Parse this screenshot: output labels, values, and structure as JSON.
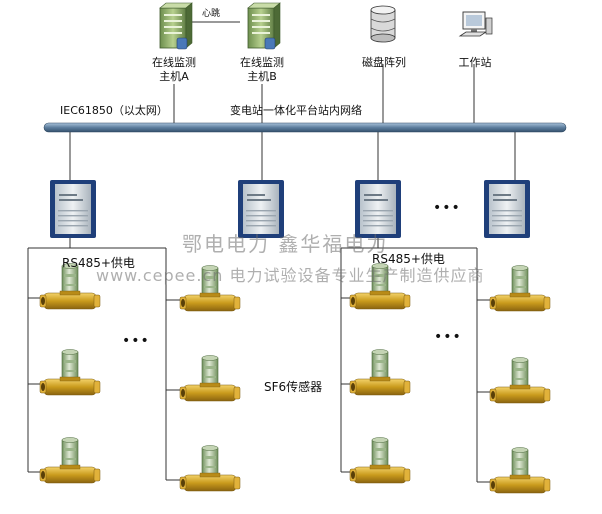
{
  "diagram": {
    "heartbeat_label": "心跳",
    "host_a_label": [
      "在线监测",
      "主机A"
    ],
    "host_b_label": [
      "在线监测",
      "主机B"
    ],
    "disk_array_label": "磁盘阵列",
    "workstation_label": "工作站",
    "protocol_label": "IEC61850（以太网）",
    "network_label": "变电站一体化平台站内网络",
    "rs485_left_label": "RS485+供电",
    "rs485_right_label": "RS485+供电",
    "sensor_label": "SF6传感器",
    "ellipsis": "•••"
  },
  "watermark": {
    "line1": "鄂电电力  鑫华福电力",
    "line2": "www.cepee.cn  电力试验设备专业生产制造供应商"
  },
  "colors": {
    "bus": "#5d7e9e",
    "wire": "#333333",
    "server": "#8fb06a",
    "iedDark": "#1f3f7a",
    "iedLight": "#cfd6dc",
    "brass": "#c99a1c",
    "sensorGreen": "#7ea56a"
  }
}
